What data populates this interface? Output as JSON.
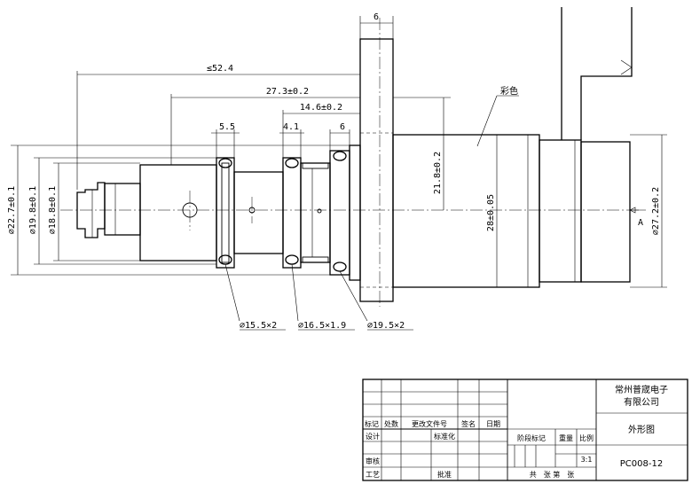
{
  "dimensions": {
    "top_width": "6",
    "length_max": "≤52.4",
    "len_273": "27.3±0.2",
    "len_146": "14.6±0.2",
    "len_55": "5.5",
    "len_41": "4.1",
    "len_6": "6",
    "dia_227": "⌀22.7±0.1",
    "dia_198": "⌀19.8±0.1",
    "dia_188": "⌀18.8±0.1",
    "r_218": "21.8±0.2",
    "d_28": "28±0.05",
    "dia_272": "⌀27.2±0.2",
    "view_A": "A"
  },
  "callouts": {
    "color_note": "彩色",
    "oring_1": "⌀15.5×2",
    "oring_2": "⌀16.5×1.9",
    "oring_3": "⌀19.5×2"
  },
  "title_block": {
    "company_line1": "常州普宬电子",
    "company_line2": "有限公司",
    "drawing_title": "外形图",
    "drawing_number": "PC008-12",
    "scale": "3:1",
    "headers": {
      "mark": "标记",
      "count": "处数",
      "change_doc": "更改文件号",
      "signature": "签名",
      "date": "日期",
      "design": "设计",
      "standardize": "标准化",
      "stage_mark": "阶段标记",
      "weight": "重量",
      "ratio": "比例",
      "review": "审核",
      "process": "工艺",
      "approve": "批准",
      "sheets": "共　张 第　张"
    }
  }
}
